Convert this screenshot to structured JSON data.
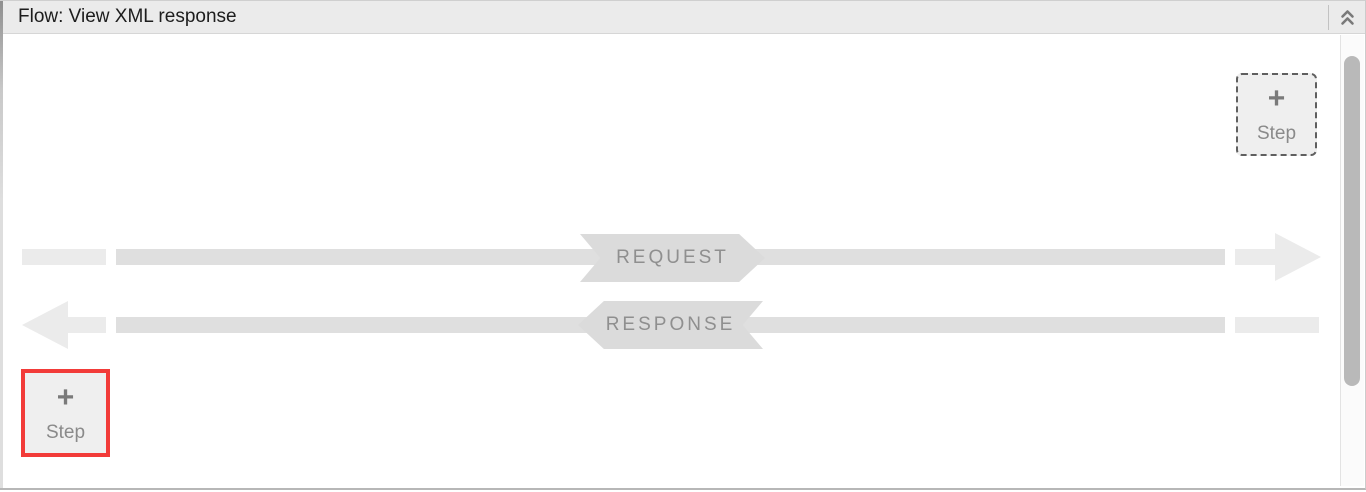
{
  "panel": {
    "title": "Flow: View XML response"
  },
  "flow": {
    "request_label": "REQUEST",
    "response_label": "RESPONSE",
    "request_direction": "right",
    "response_direction": "left",
    "add_step_top": {
      "plus": "+",
      "label": "Step"
    },
    "add_step_bottom": {
      "plus": "+",
      "label": "Step",
      "highlighted": true
    }
  },
  "icons": {
    "collapse": "chevrons-up",
    "plus": "plus"
  },
  "colors": {
    "titlebar_bg": "#ebebeb",
    "panel_bg": "#ffffff",
    "title_text": "#1d1d1d",
    "line_main": "#dfdfdf",
    "line_light": "#ebebeb",
    "badge_bg": "#dbdbdb",
    "badge_text": "#8f8f8f",
    "button_bg": "#efefef",
    "button_border_dashed": "#5f5f5f",
    "button_text": "#8a8a8a",
    "highlight_red": "#f23b39",
    "scrollbar_thumb": "#b9b9b9",
    "icon_gray": "#7a7a7a"
  }
}
